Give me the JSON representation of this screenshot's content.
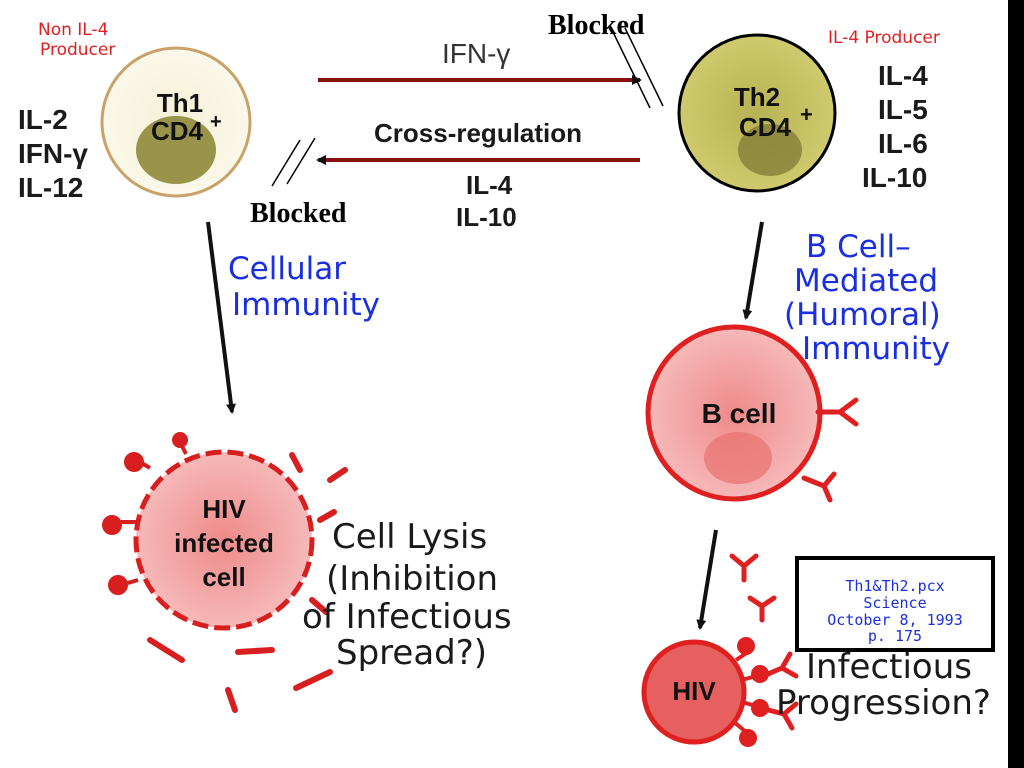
{
  "th1": {
    "producer_label_line1": "Non IL-4",
    "producer_label_line2": "Producer",
    "cell_line1": "Th1",
    "cell_line2": "CD4",
    "cell_sup": "+",
    "cytokines": [
      "IL-2",
      "IFN-γ",
      "IL-12"
    ]
  },
  "th2": {
    "producer_label": "IL-4 Producer",
    "cell_line1": "Th2",
    "cell_line2": "CD4",
    "cell_sup": "+",
    "cytokines": [
      "IL-4",
      "IL-5",
      "IL-6",
      "IL-10"
    ]
  },
  "arrows": {
    "top_label": "IFN-γ",
    "middle_label": "Cross-regulation",
    "bottom_labels": [
      "IL-4",
      "IL-10"
    ]
  },
  "blocked_labels": [
    "Blocked",
    "Blocked"
  ],
  "cellular_immunity": [
    "Cellular",
    "Immunity"
  ],
  "humoral_immunity": [
    "B Cell–",
    "Mediated",
    "(Humoral)",
    "Immunity"
  ],
  "hiv_infected_cell": [
    "HIV",
    "infected",
    "cell"
  ],
  "cell_lysis": [
    "Cell Lysis",
    "(Inhibition",
    "of Infectious",
    "Spread?)"
  ],
  "b_cell_label": "B cell",
  "hiv_label": "HIV",
  "infectious_progression": [
    "Infectious",
    "Progression?"
  ],
  "citation": [
    "Th1&Th2.pcx",
    "Science",
    "October 8, 1993",
    "p. 175"
  ],
  "colors": {
    "red": "#e02020",
    "olive": "#8f8a3a",
    "blue": "#1a2fe0",
    "pink": "#f4a6a6"
  }
}
